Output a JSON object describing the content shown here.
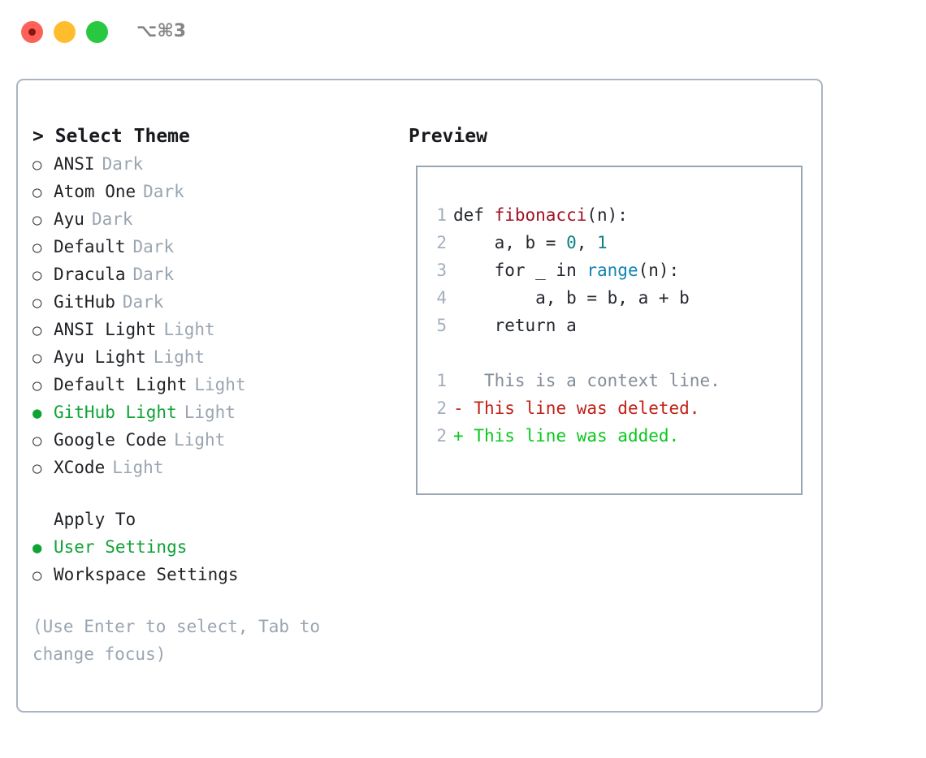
{
  "titlebar": {
    "shortcut": "⌥⌘3",
    "buttons": [
      "close",
      "minimize",
      "zoom"
    ]
  },
  "left": {
    "header": "> Select Theme",
    "themes": [
      {
        "bullet": "○",
        "name": "ANSI",
        "kind": "Dark",
        "selected": false
      },
      {
        "bullet": "○",
        "name": "Atom One",
        "kind": "Dark",
        "selected": false
      },
      {
        "bullet": "○",
        "name": "Ayu",
        "kind": "Dark",
        "selected": false
      },
      {
        "bullet": "○",
        "name": "Default",
        "kind": "Dark",
        "selected": false
      },
      {
        "bullet": "○",
        "name": "Dracula",
        "kind": "Dark",
        "selected": false
      },
      {
        "bullet": "○",
        "name": "GitHub",
        "kind": "Dark",
        "selected": false
      },
      {
        "bullet": "○",
        "name": "ANSI Light",
        "kind": "Light",
        "selected": false
      },
      {
        "bullet": "○",
        "name": "Ayu Light",
        "kind": "Light",
        "selected": false
      },
      {
        "bullet": "○",
        "name": "Default Light",
        "kind": "Light",
        "selected": false
      },
      {
        "bullet": "●",
        "name": "GitHub Light",
        "kind": "Light",
        "selected": true
      },
      {
        "bullet": "○",
        "name": "Google Code",
        "kind": "Light",
        "selected": false
      },
      {
        "bullet": "○",
        "name": "XCode",
        "kind": "Light",
        "selected": false
      }
    ],
    "apply_to": {
      "header": "Apply To",
      "options": [
        {
          "bullet": "●",
          "name": "User Settings",
          "selected": true
        },
        {
          "bullet": "○",
          "name": "Workspace Settings",
          "selected": false
        }
      ]
    },
    "hint": "(Use Enter to select, Tab to change focus)"
  },
  "right": {
    "title": "Preview",
    "code": {
      "lines": [
        {
          "no": "1",
          "text": "def fibonacci(n):"
        },
        {
          "no": "2",
          "text": "    a, b = 0, 1"
        },
        {
          "no": "3",
          "text": "    for _ in range(n):"
        },
        {
          "no": "4",
          "text": "        a, b = b, a + b"
        },
        {
          "no": "5",
          "text": "    return a"
        }
      ],
      "tokens": {
        "function_name": "fibonacci",
        "keyword_def": "def",
        "keyword_for": "for",
        "keyword_in": "in",
        "keyword_return": "return",
        "numbers": [
          "0",
          "1"
        ],
        "builtin_call": "range"
      },
      "segments": {
        "l1_a": "def ",
        "l1_fn": "fibonacci",
        "l1_b": "(n):",
        "l2_a": "    a, b = ",
        "l2_n0": "0",
        "l2_mid": ", ",
        "l2_n1": "1",
        "l3_a": "    for _ in ",
        "l3_call": "range",
        "l3_b": "(n):",
        "l4": "        a, b = b, a + b",
        "l5": "    return a"
      }
    },
    "diff": [
      {
        "no": "1",
        "marker": " ",
        "text": "  This is a context line.",
        "type": "context"
      },
      {
        "no": "2",
        "marker": "-",
        "text": " This line was deleted.",
        "type": "deleted"
      },
      {
        "no": "2",
        "marker": "+",
        "text": " This line was added.",
        "type": "added"
      }
    ]
  },
  "colors": {
    "accent_green": "#0fa336",
    "muted": "#9aa5b1",
    "text": "#1f2226",
    "border": "#aab4c0",
    "syntax_function": "#a01223",
    "syntax_number": "#0e8080",
    "syntax_call": "#1283b4",
    "diff_added": "#0ac71e",
    "diff_deleted": "#c02015",
    "diff_context": "#828c98",
    "traffic_red": "#ff6058",
    "traffic_yellow": "#ffbd2e",
    "traffic_green": "#28c840"
  }
}
